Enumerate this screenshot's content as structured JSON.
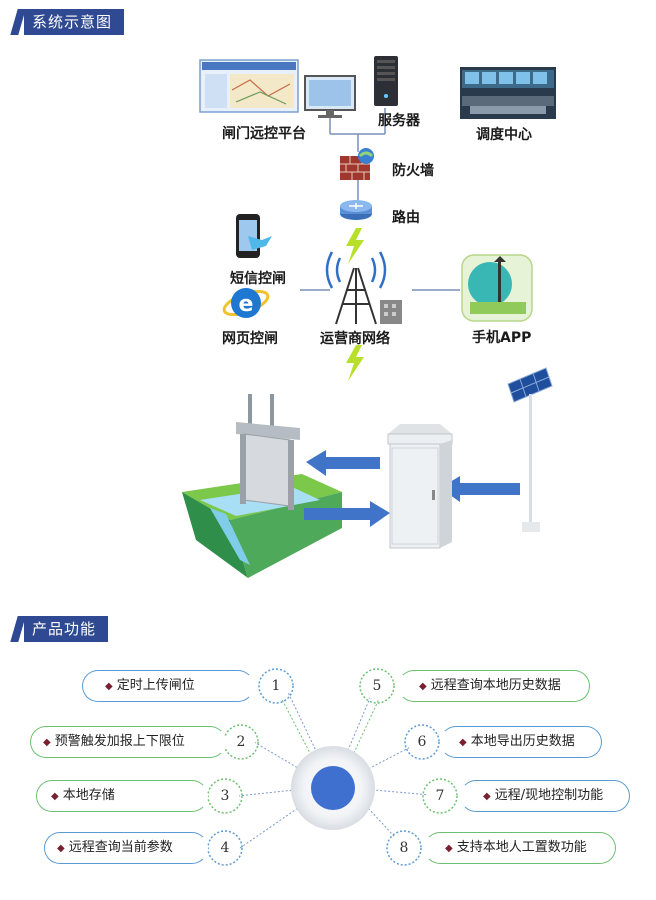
{
  "section1": {
    "title": "系统示意图"
  },
  "section2": {
    "title": "产品功能"
  },
  "diagram": {
    "nodes": {
      "platform": "闸门远控平台",
      "server": "服务器",
      "dispatch": "调度中心",
      "firewall": "防火墙",
      "router": "路由",
      "sms": "短信控闸",
      "web": "网页控闸",
      "carrier": "运营商网络",
      "app": "手机APP"
    }
  },
  "functions": {
    "left": [
      {
        "num": "1",
        "label": "定时上传闸位"
      },
      {
        "num": "2",
        "label": "预警触发加报上下限位"
      },
      {
        "num": "3",
        "label": "本地存储"
      },
      {
        "num": "4",
        "label": "远程查询当前参数"
      }
    ],
    "right": [
      {
        "num": "5",
        "label": "远程查询本地历史数据"
      },
      {
        "num": "6",
        "label": "本地导出历史数据"
      },
      {
        "num": "7",
        "label": "远程/现地控制功能"
      },
      {
        "num": "8",
        "label": "支持本地人工置数功能"
      }
    ]
  },
  "colors": {
    "accent": "#2f4a92",
    "blue": "#5b9bd5",
    "green": "#6cc070",
    "bolt": "#b8e02a",
    "diamond": "#7a1f2f"
  }
}
